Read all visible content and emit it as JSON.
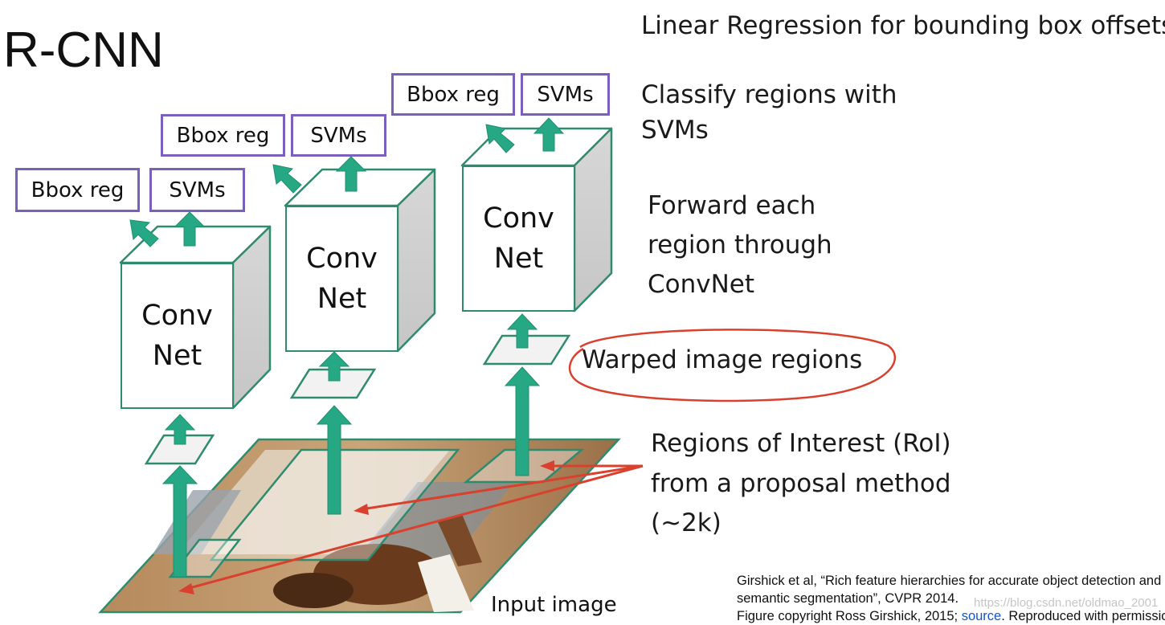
{
  "title": "R-CNN",
  "steps": {
    "bbox": "Linear Regression for bounding box offsets",
    "classify": "Classify regions with SVMs",
    "forward": "Forward each region through ConvNet",
    "warped": "Warped image regions",
    "roi": "Regions of Interest (RoI) from a proposal method (~2k)"
  },
  "boxes": {
    "bbox_reg": "Bbox reg",
    "svms": "SVMs"
  },
  "convnet_label": "ConvNet",
  "input_caption": "Input image",
  "citation": {
    "line1": "Girshick et al, “Rich feature hierarchies for accurate object detection and",
    "line2": "semantic segmentation”, CVPR 2014.",
    "line3_prefix": "Figure copyright Ross Girshick, 2015; ",
    "line3_link": "source",
    "line3_suffix": ". Reproduced with permission."
  },
  "watermark": "https://blog.csdn.net/oldmao_2001",
  "colors": {
    "arrow": "#26a884",
    "cube_edge": "#2e8b6e",
    "box_border": "#7b5fbd",
    "red": "#d9402e",
    "link": "#1155cc"
  }
}
